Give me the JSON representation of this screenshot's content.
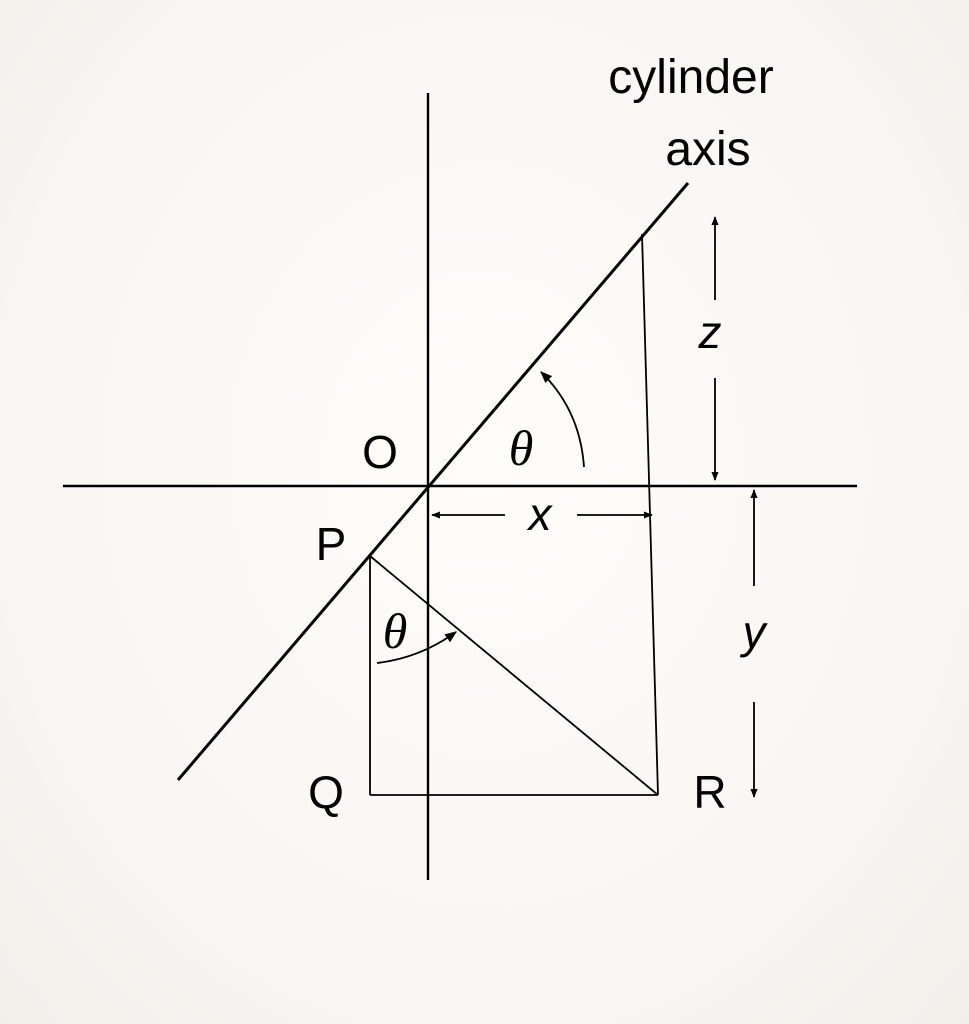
{
  "labels": {
    "axis_title_line1": "cylinder",
    "axis_title_line2": "axis",
    "origin": "O",
    "point_p": "P",
    "point_q": "Q",
    "point_r": "R",
    "dim_x": "x",
    "dim_y": "y",
    "dim_z": "z",
    "angle_upper": "θ",
    "angle_lower": "θ"
  }
}
